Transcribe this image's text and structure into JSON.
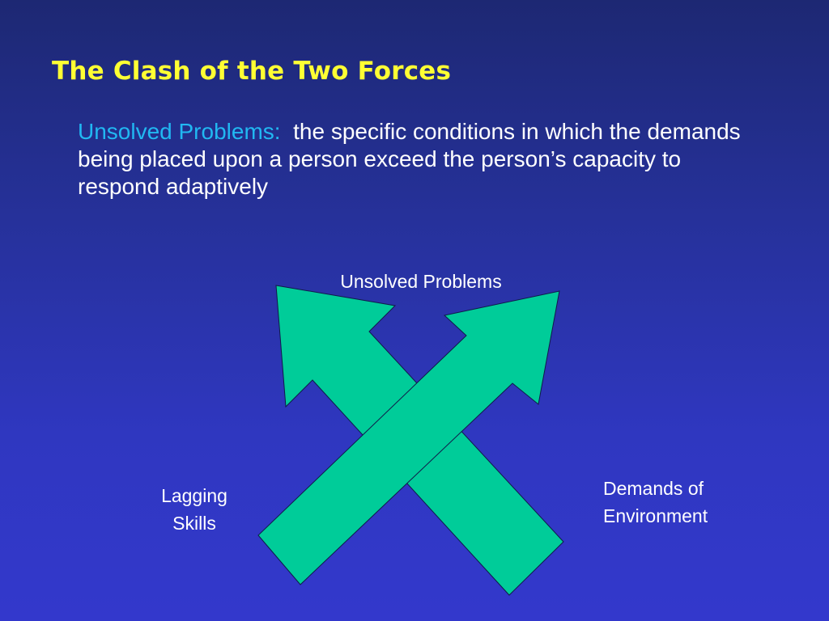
{
  "slide": {
    "title": "The Clash of the Two Forces",
    "definition": {
      "term": "Unsolved Problems:",
      "text": "the specific conditions in which the demands being placed upon a person exceed the person’s capacity to respond adaptively"
    }
  },
  "diagram": {
    "top_label": "Unsolved Problems",
    "left_label": [
      "Lagging",
      "Skills"
    ],
    "right_label": [
      "Demands of",
      "Environment"
    ],
    "arrow_color": "#00cc99",
    "arrow_icon": "crossed-arrows-icon"
  },
  "colors": {
    "title": "#ffff33",
    "term": "#21b8f2",
    "text": "#ffffff",
    "background_top": "#1d2873",
    "background_bottom": "#3338cc"
  }
}
